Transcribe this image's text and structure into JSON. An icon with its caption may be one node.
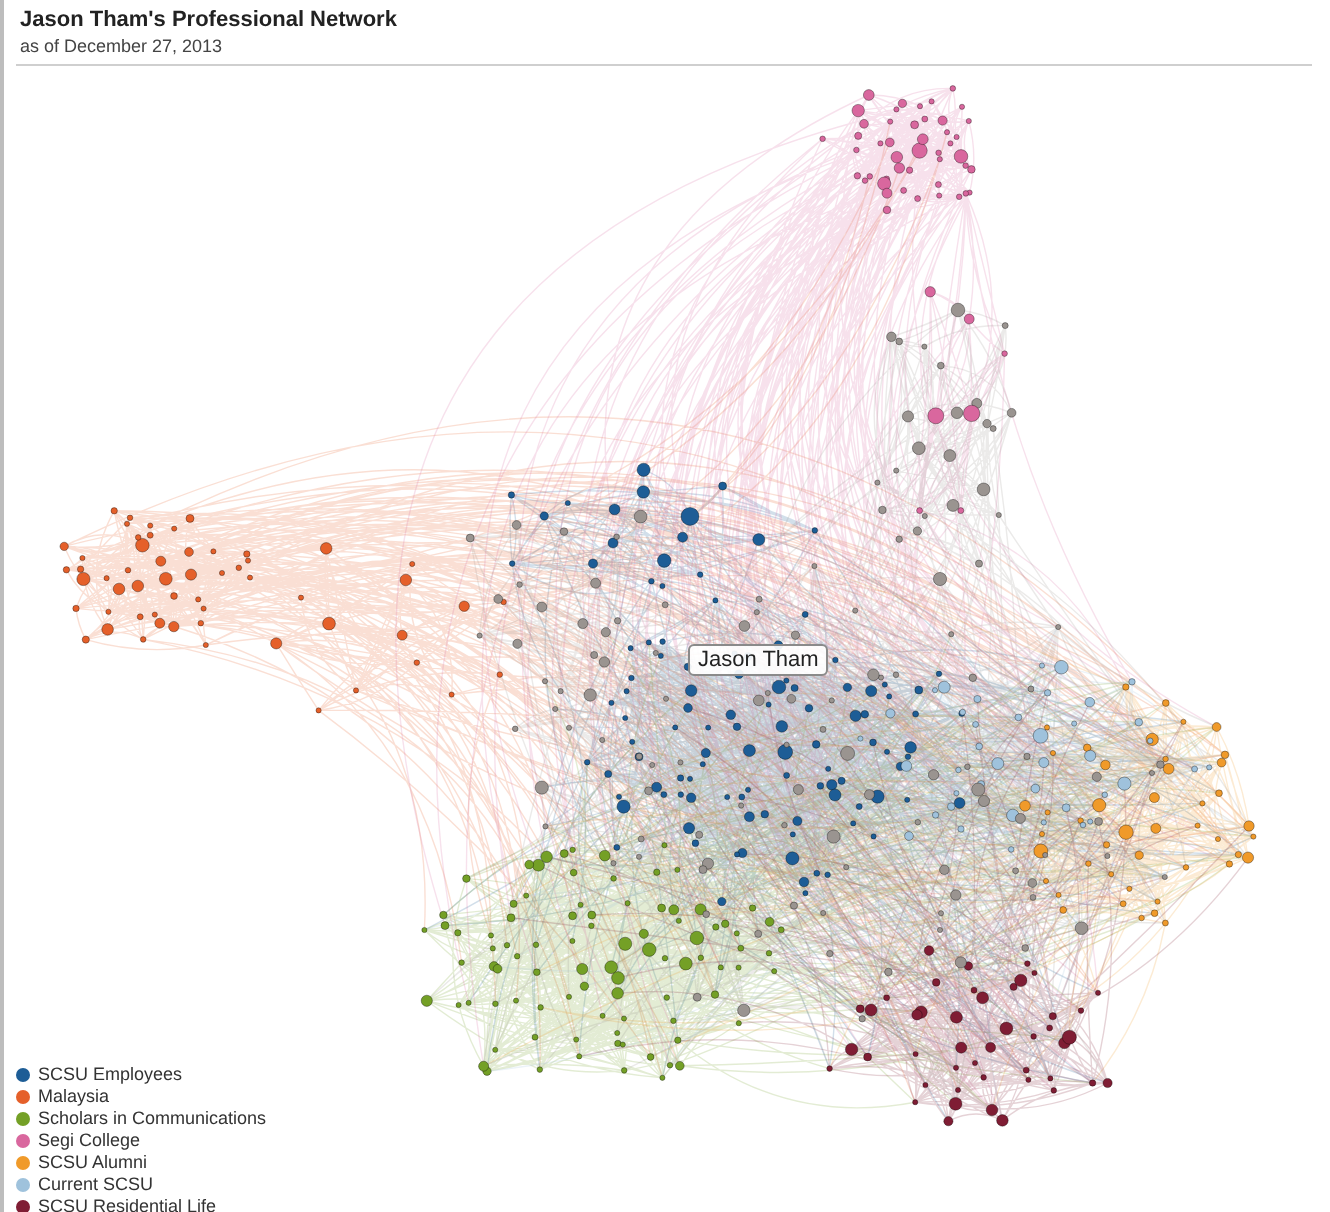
{
  "diagram": {
    "title": "Jason Tham's Professional Network",
    "nodes": [
      {
        "text": [
          "Jason Tham"
        ]
      }
    ],
    "labels": [
      "as of December 27, 2013"
    ],
    "legend": [
      {
        "text": "SCSU Employees",
        "color": "#1d5d96"
      },
      {
        "text": "Malaysia",
        "color": "#e5602a"
      },
      {
        "text": "Scholars in Communications",
        "color": "#74a026"
      },
      {
        "text": "Segi College",
        "color": "#d9679e"
      },
      {
        "text": "SCSU Alumni",
        "color": "#f09a2a"
      },
      {
        "text": "Current SCSU",
        "color": "#9fc2dc"
      },
      {
        "text": "SCSU Residential Life",
        "color": "#7f1d34"
      }
    ]
  }
}
